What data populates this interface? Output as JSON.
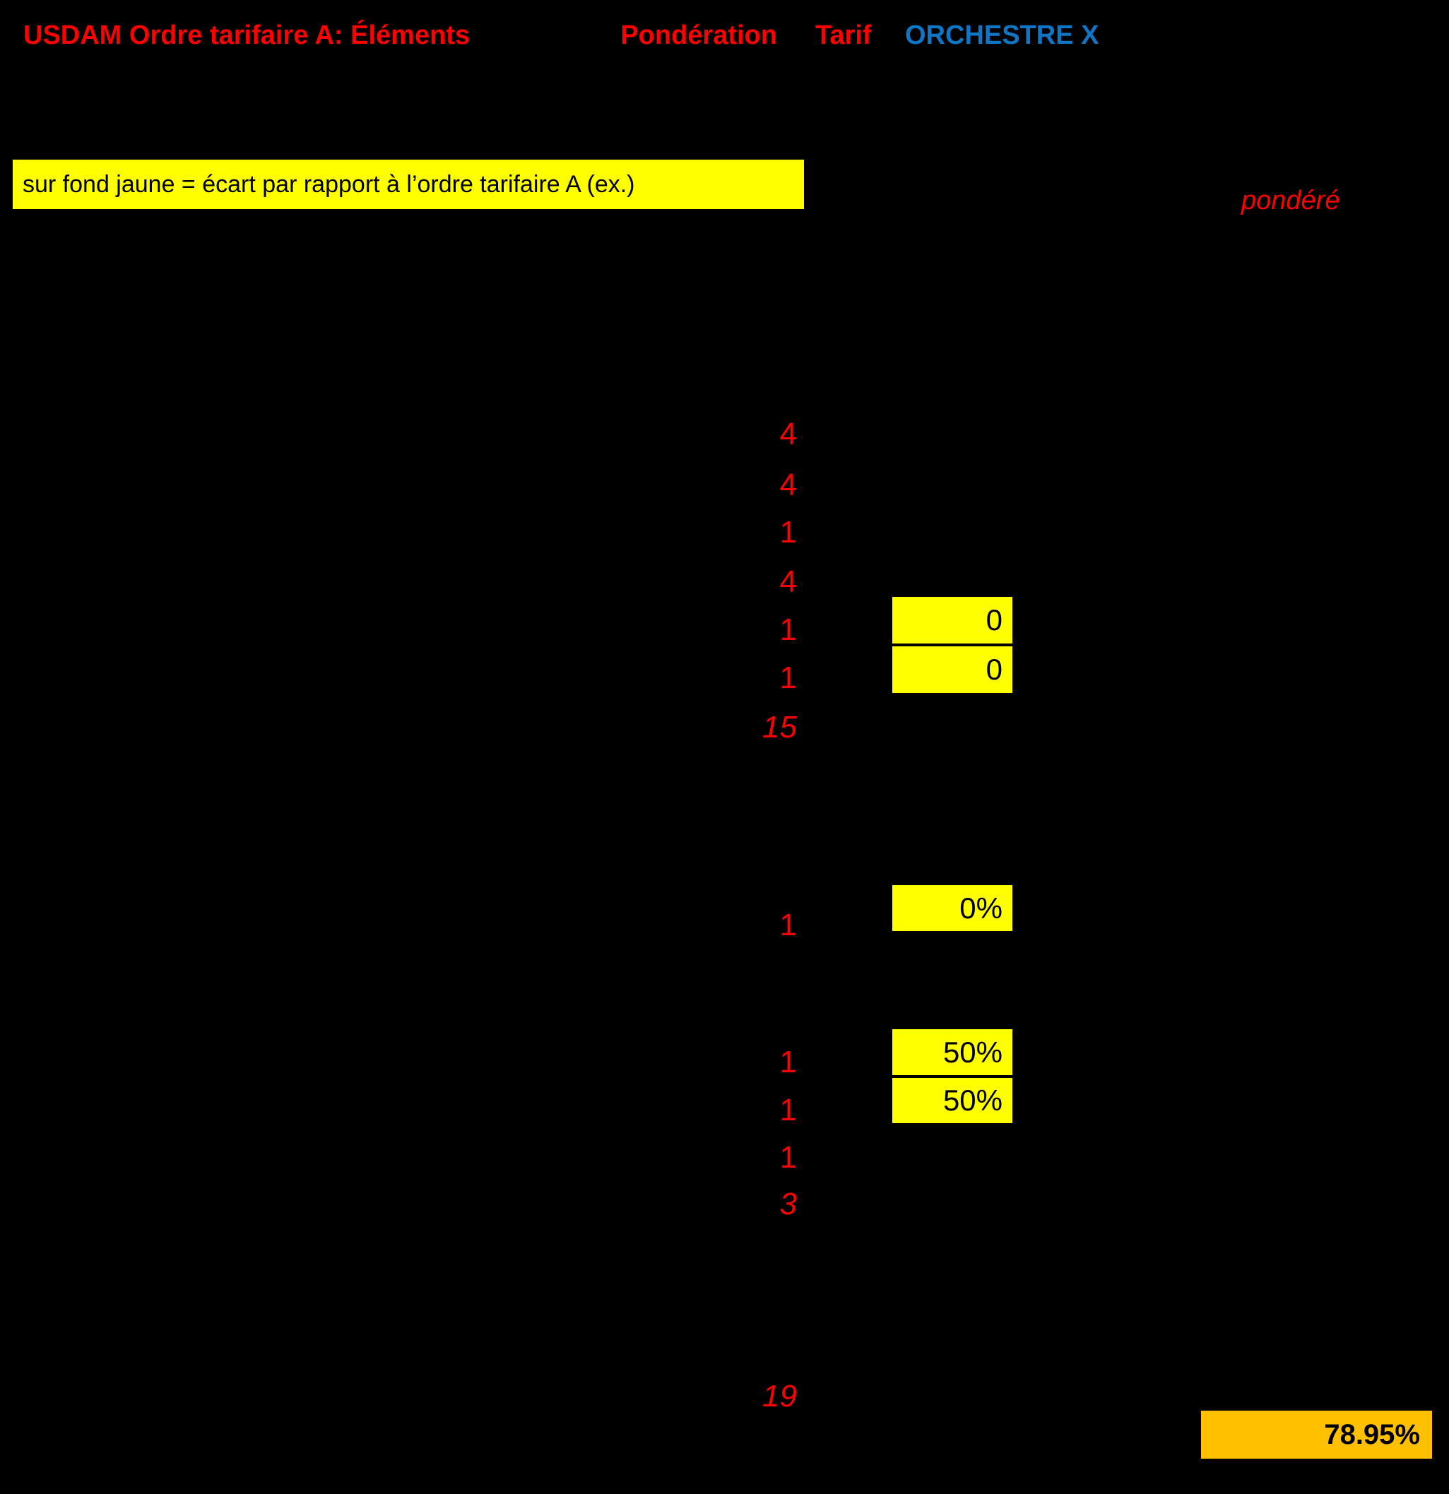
{
  "header": {
    "title": "USDAM Ordre tarifaire A: Éléments",
    "col_ponderation": "Pondération",
    "col_tarif": "Tarif",
    "col_orchestre": "ORCHESTRE X",
    "pondere_label": "pondéré"
  },
  "legend": {
    "text": "sur fond jaune = écart par rapport à l’ordre tarifaire A (ex.)"
  },
  "colors": {
    "background": "#000000",
    "accent_red": "#FF0000",
    "accent_blue": "#0F76C6",
    "highlight_yellow": "#FFFF00",
    "highlight_gold": "#FFC000"
  },
  "ponderation_rows": [
    {
      "value": "4"
    },
    {
      "value": "4"
    },
    {
      "value": "1"
    },
    {
      "value": "4"
    },
    {
      "value": "1"
    },
    {
      "value": "1"
    },
    {
      "value": "15"
    },
    {
      "value": "1"
    },
    {
      "value": "1"
    },
    {
      "value": "1"
    },
    {
      "value": "1"
    },
    {
      "value": "3"
    },
    {
      "value": "19"
    }
  ],
  "tarif_cells": [
    {
      "value": "0"
    },
    {
      "value": "0"
    },
    {
      "value": "0%"
    },
    {
      "value": "50%"
    },
    {
      "value": "50%"
    }
  ],
  "total": {
    "value": "78.95%"
  }
}
